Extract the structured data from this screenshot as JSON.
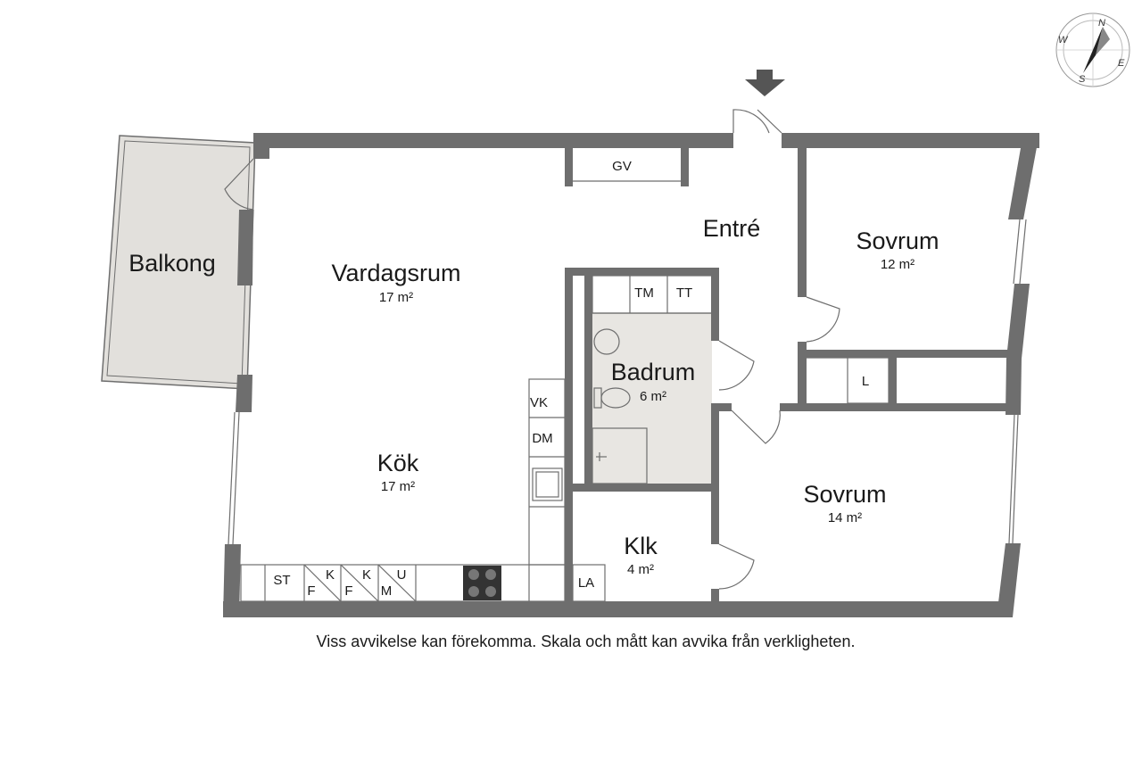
{
  "rooms": {
    "balkong": {
      "name": "Balkong"
    },
    "vardagsrum": {
      "name": "Vardagsrum",
      "area": "17 m²"
    },
    "entre": {
      "name": "Entré"
    },
    "sovrum1": {
      "name": "Sovrum",
      "area": "12 m²"
    },
    "badrum": {
      "name": "Badrum",
      "area": "6 m²"
    },
    "kok": {
      "name": "Kök",
      "area": "17 m²"
    },
    "klk": {
      "name": "Klk",
      "area": "4 m²"
    },
    "sovrum2": {
      "name": "Sovrum",
      "area": "14 m²"
    }
  },
  "fixtures": {
    "gv": "GV",
    "tm": "TM",
    "tt": "TT",
    "vk": "VK",
    "dm": "DM",
    "st": "ST",
    "f1": "F",
    "k1": "K",
    "f2": "F",
    "k2": "K",
    "m": "M",
    "u": "U",
    "la": "LA",
    "l": "L"
  },
  "compass": {
    "n": "N",
    "e": "E",
    "s": "S",
    "w": "W"
  },
  "disclaimer": "Viss avvikelse kan förekomma. Skala och mått kan avvika från verkligheten.",
  "colors": {
    "wall": "#6e6e6e",
    "balcony": "#e2e0dc",
    "bathroom": "#e8e6e2"
  }
}
